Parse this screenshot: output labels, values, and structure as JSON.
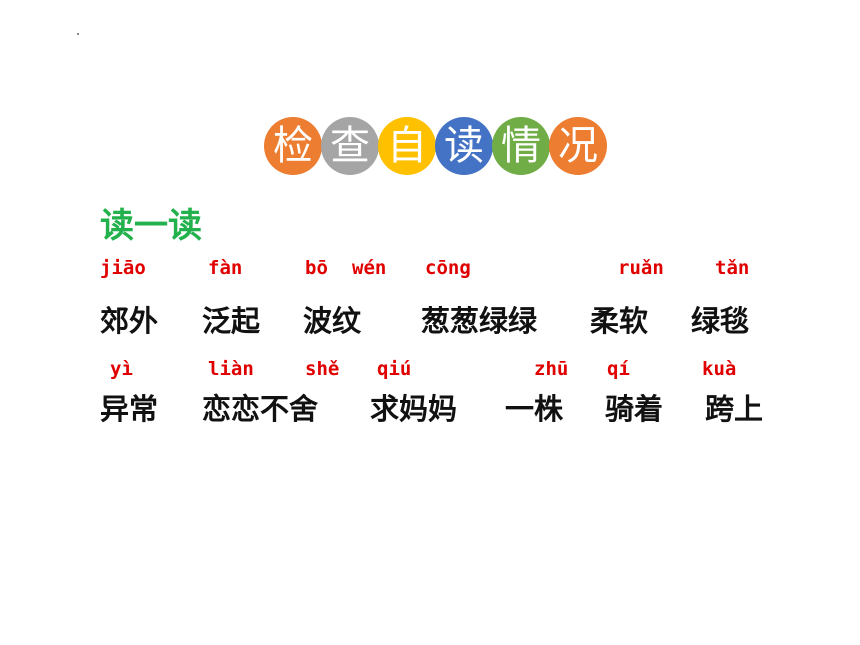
{
  "title": {
    "chars": [
      {
        "char": "检",
        "color": "#ed7d31"
      },
      {
        "char": "查",
        "color": "#a5a5a5"
      },
      {
        "char": "自",
        "color": "#ffc000"
      },
      {
        "char": "读",
        "color": "#4472c4"
      },
      {
        "char": "情",
        "color": "#70ad47"
      },
      {
        "char": "况",
        "color": "#ed7d31"
      }
    ]
  },
  "subtitle": "读一读",
  "row1": {
    "pinyin": [
      "jiāo",
      "fàn",
      "bō",
      "wén",
      "cōng",
      "ruǎn",
      "tǎn"
    ],
    "words": [
      "郊外",
      "泛起",
      "波纹",
      "葱葱绿绿",
      "柔软",
      "绿毯"
    ]
  },
  "row2": {
    "pinyin": [
      "yì",
      "liàn",
      "shě",
      "qiú",
      "zhū",
      "qí",
      "kuà"
    ],
    "words": [
      "异常",
      "恋恋不舍",
      "求妈妈",
      "一株",
      "骑着",
      "跨上"
    ]
  },
  "colors": {
    "subtitle": "#22b14c",
    "pinyin": "#e00000",
    "text": "#111111"
  }
}
